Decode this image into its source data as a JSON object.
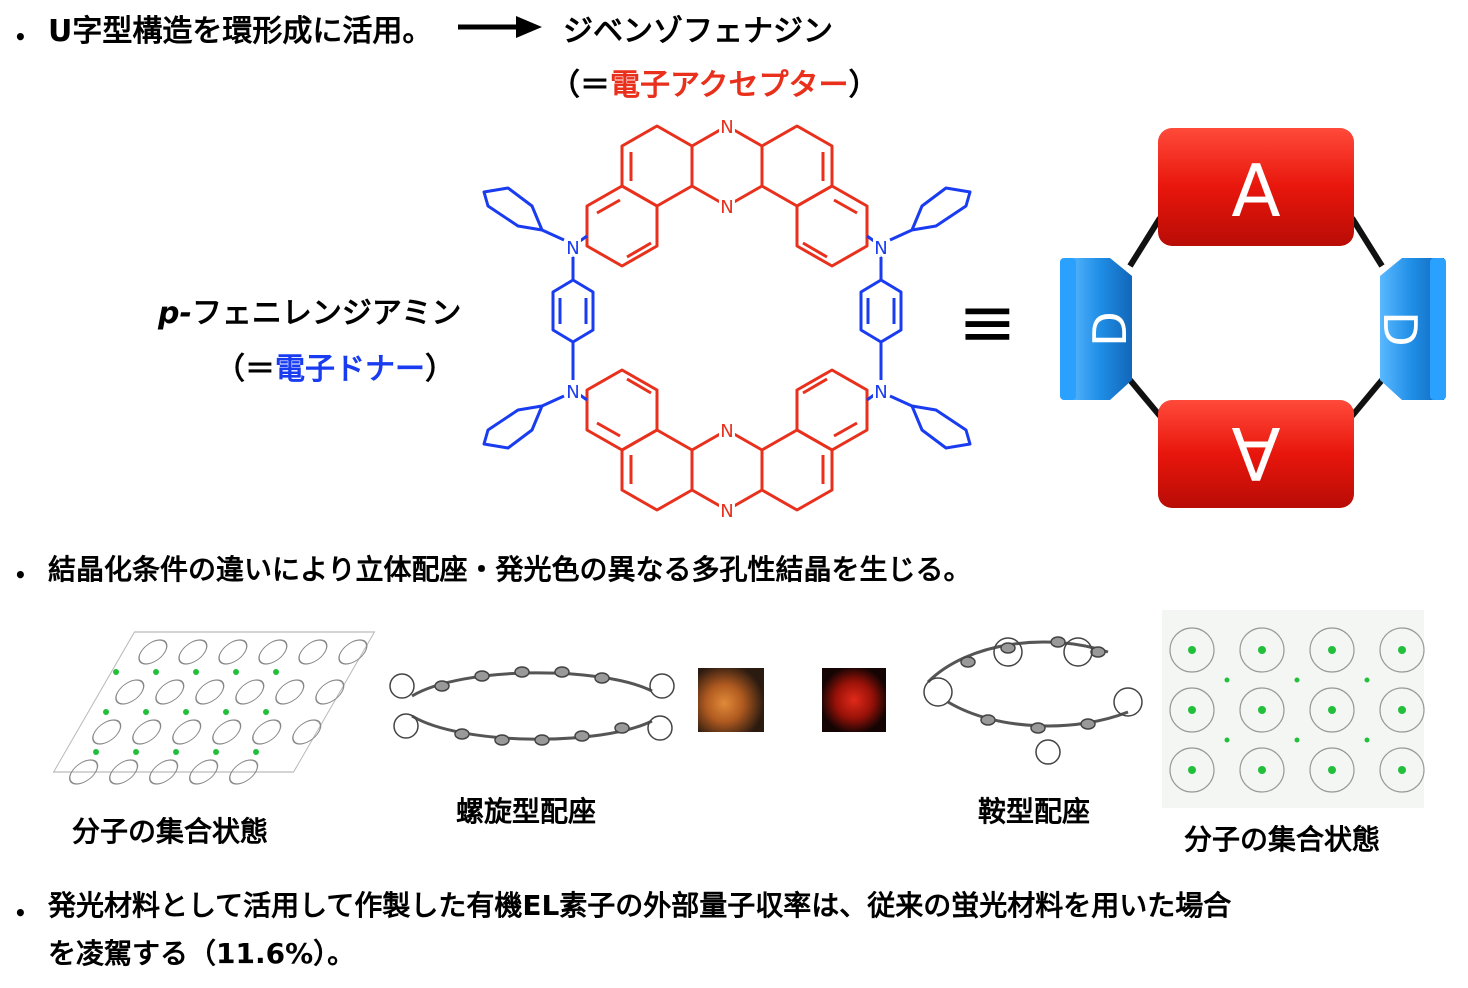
{
  "bullets": [
    {
      "text": "U字型構造を環形成に活用。"
    },
    {
      "text": "結晶化条件の違いにより立体配座・発光色の異なる多孔性結晶を生じる。"
    },
    {
      "line1": "発光材料として活用して作製した有機EL素子の外部量子収率は、従来の蛍光材料を用いた場合",
      "line2": "を凌駕する（11.6%）。"
    }
  ],
  "acceptor": {
    "name": "ジベンゾフェナジン",
    "paren_open": "（＝",
    "role": "電子アクセプター",
    "paren_close": "）",
    "color": "#e8301c"
  },
  "donor": {
    "prefix": "p-",
    "name": "フェニレンジアミン",
    "paren_open": "（＝",
    "role": "電子ドナー",
    "paren_close": "）",
    "color": "#1a3cf0"
  },
  "molecule": {
    "atom_label": "N"
  },
  "equiv_symbol": "≡",
  "schematic": {
    "top_block": "A",
    "bottom_block": "A",
    "left_block": "D",
    "right_block": "D",
    "red": "#e8160c",
    "blue": "#1f8ee6"
  },
  "crystal_labels": {
    "packing_left": "分子の集合状態",
    "helical": "螺旋型配座",
    "saddle": "鞍型配座",
    "packing_right": "分子の集合状態"
  }
}
